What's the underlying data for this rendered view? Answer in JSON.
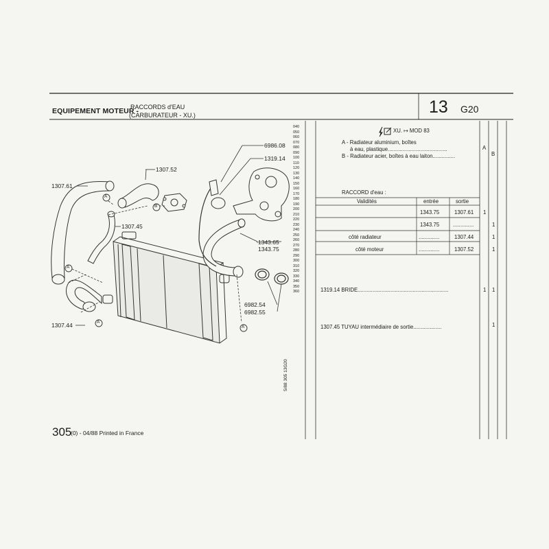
{
  "header": {
    "title": "EQUIPEMENT MOTEUR -",
    "subtitle_line1": "RACCORDS d'EAU",
    "subtitle_line2": "(CARBURATEUR - XU.)",
    "section_number": "13",
    "section_code": "G20"
  },
  "diagram_labels": {
    "p1307_61": "1307.61",
    "p1307_52": "1307.52",
    "p1307_45": "1307.45",
    "p1307_44": "1307.44",
    "p6986_08": "6986.08",
    "p1319_14": "1319.14",
    "p1343_65": "1343.65",
    "p1343_75": "1343.75",
    "p6982_54": "6982.54",
    "p6982_55": "6982.55",
    "marker_a": "A",
    "marker_b": "B"
  },
  "scale_numbers": [
    "040",
    "050",
    "060",
    "070",
    "080",
    "090",
    "100",
    "110",
    "120",
    "130",
    "140",
    "150",
    "160",
    "170",
    "180",
    "190",
    "200",
    "210",
    "220",
    "230",
    "240",
    "250",
    "260",
    "270",
    "280",
    "290",
    "300",
    "310",
    "320",
    "330",
    "340",
    "350",
    "360"
  ],
  "side_code": "5/88 305 13G20",
  "table": {
    "applicability": "XU. ↦ MOD 83",
    "variant_a_line1": "A - Radiateur aluminium, boîtes",
    "variant_a_line2": "à eau, plastique........................................",
    "variant_a_col": "A",
    "variant_b": "B - Radiateur acier, boîtes à eau laiton...............",
    "variant_b_col": "B",
    "raccord_title": "RACCORD d'eau :",
    "col_validites": "Validités",
    "col_entree": "entrée",
    "col_sortie": "sortie",
    "row1_entree": "1343.75",
    "row1_sortie": "1307.61",
    "row1_qa": "1",
    "row2_entree": "1343.75",
    "row2_sortie": "..............",
    "row2_qb": "1",
    "row3_label": "côté radiateur",
    "row3_entree": "..............",
    "row3_sortie": "1307.44",
    "row3_qb": "1",
    "row4_label": "côté moteur",
    "row4_entree": "..............",
    "row4_sortie": "1307.52",
    "row4_qb": "1",
    "bride": "1319.14 BRIDE.............................................................",
    "bride_qa": "1",
    "bride_qb": "1",
    "tuyau": "1307.45 TUYAU intermédiaire de sortie...................",
    "tuyau_qb": "1"
  },
  "footer": {
    "page_number": "305",
    "rest": "(0) - 04/88 Printed in France"
  }
}
